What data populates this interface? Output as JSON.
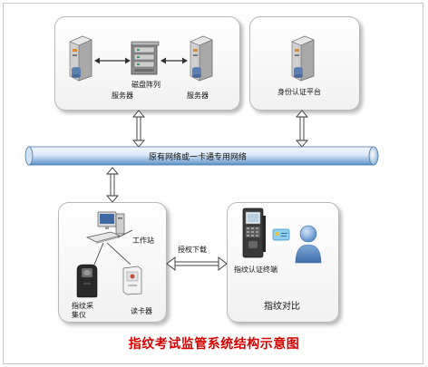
{
  "diagram": {
    "title": "指纹考试监管系统结构示意图",
    "network_label": "原有网络或一卡通专用网络",
    "top_left_panel": {
      "server_left_label": "服务器",
      "disk_array_label": "磁盘阵列",
      "server_right_label": "服务器"
    },
    "top_right_panel": {
      "auth_platform_label": "身份认证平台"
    },
    "bottom_left_panel": {
      "workstation_label": "工作站",
      "fingerprint_collector_label": "指纹采\n集仪",
      "card_reader_label": "读卡器"
    },
    "bottom_right_panel": {
      "fingerprint_terminal_label": "指纹认证终端",
      "fingerprint_compare_label": "指纹对比"
    },
    "link_label": "授权下载"
  },
  "colors": {
    "title": "#d40000",
    "network_bar_light": "#eef6ff",
    "network_bar_dark": "#5a8fc8",
    "panel_border": "#b8b8b8",
    "user_icon_blue": "#4f86c6"
  }
}
